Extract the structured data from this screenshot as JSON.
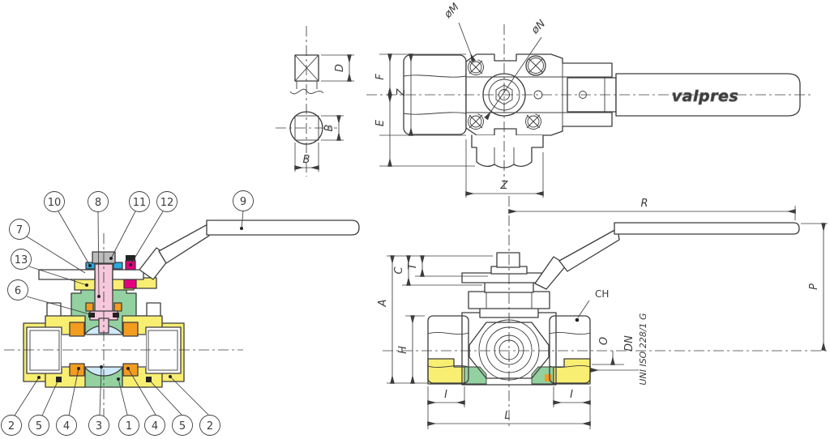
{
  "colors": {
    "line": "#3c3c3c",
    "body_green": "#93d1a0",
    "cap_yellow": "#f8ee72",
    "seat_orange": "#f39c1f",
    "ball_blue": "#cfe9f8",
    "stem_pink": "#f6c8dc",
    "seal_magenta": "#e6007e",
    "packing_cyan": "#29abe2",
    "nut_gray": "#bcbcbc"
  },
  "top_view": {
    "dim_m": "øM",
    "dim_n": "øN",
    "dim_f": "F",
    "dim_z_side": "Z",
    "dim_e": "E",
    "dim_z_bottom": "Z",
    "logo": "valpres"
  },
  "stem_detail": {
    "dim_d": "D",
    "dim_b_side": "B",
    "dim_b_bottom": "B"
  },
  "section_view": {
    "callouts": {
      "c10": "10",
      "c8": "8",
      "c11": "11",
      "c12": "12",
      "c9": "9",
      "c7": "7",
      "c13": "13",
      "c6": "6",
      "b1": "2",
      "b2": "5",
      "b3": "4",
      "b4": "3",
      "b5": "1",
      "b6": "4",
      "b7": "5",
      "b8": "2"
    }
  },
  "side_view": {
    "dim_r": "R",
    "dim_p": "P",
    "dim_a": "A",
    "dim_c": "C",
    "dim_t": "T",
    "dim_h": "H",
    "dim_i_left": "I",
    "dim_i_right": "I",
    "dim_l": "L",
    "dim_o": "O",
    "dim_dn": "DN",
    "dim_ch": "CH",
    "thread_spec": "UNI ISO 228/1 G"
  }
}
